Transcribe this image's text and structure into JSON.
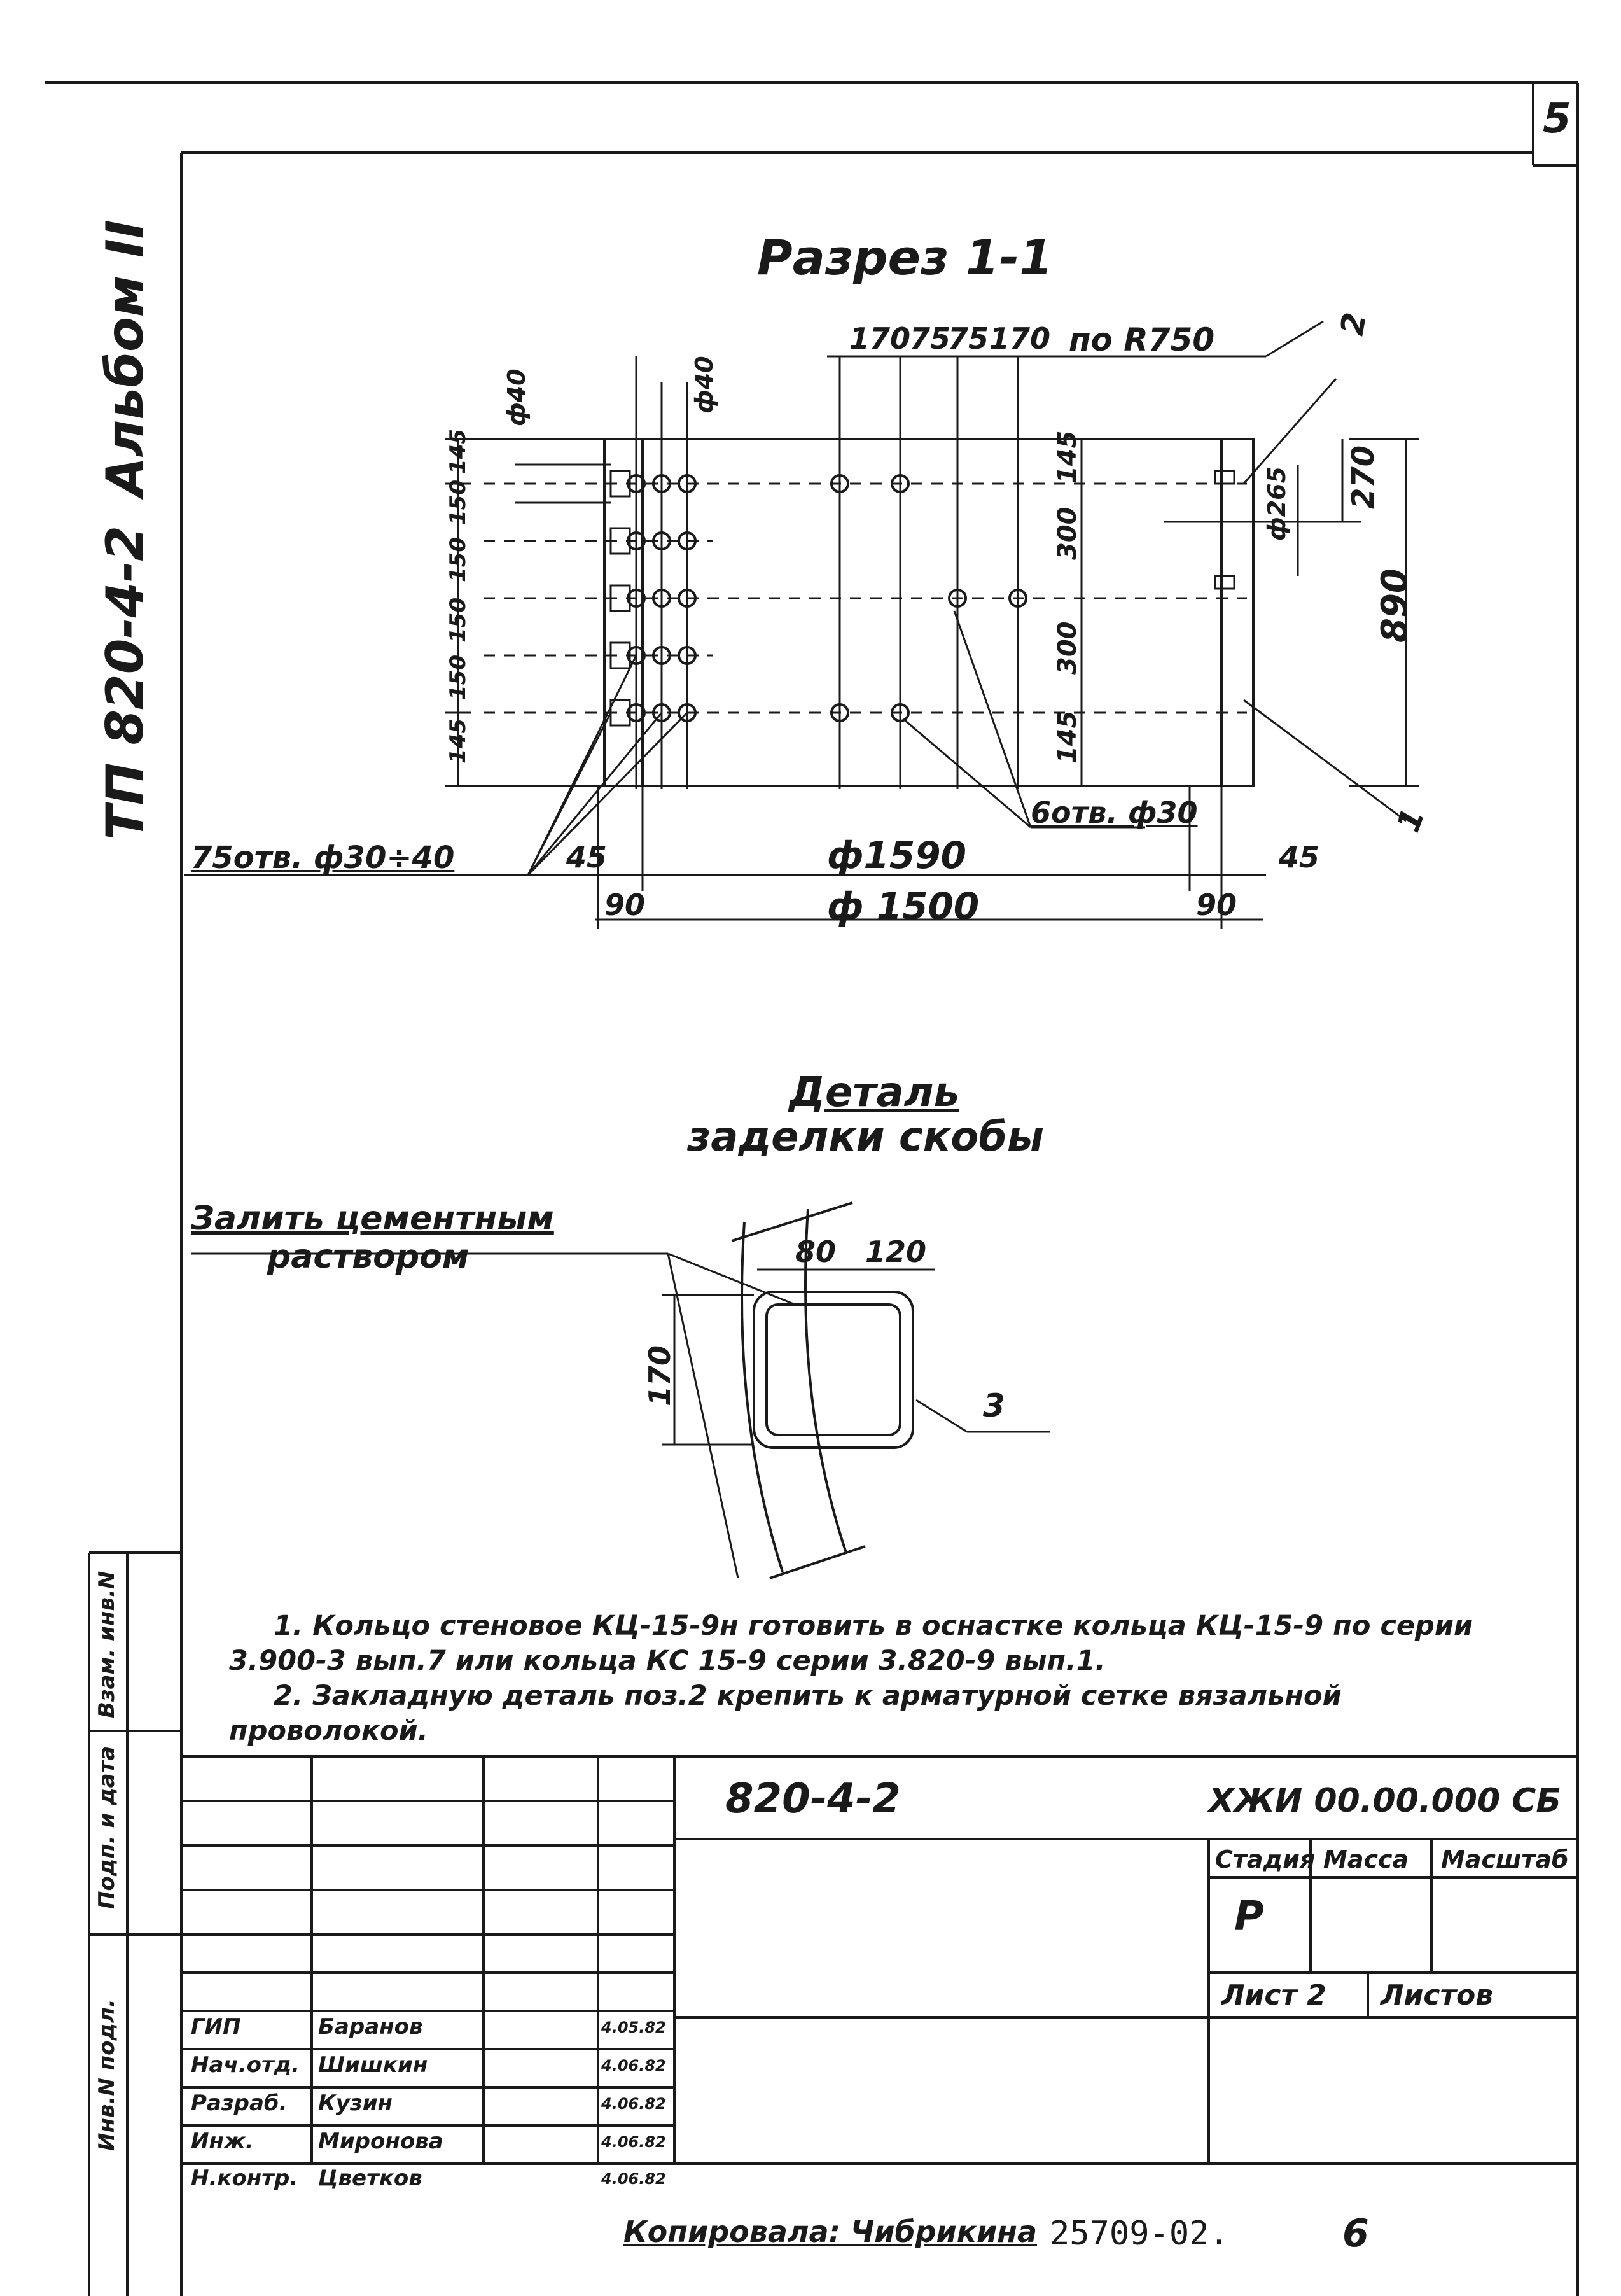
{
  "sheet_corner_number": "5",
  "margin_title": {
    "album": "Альбом II",
    "project": "ТП 820-4-2"
  },
  "section": {
    "title": "Разрез 1-1",
    "dims_top": [
      "170",
      "75",
      "75",
      "170"
    ],
    "radius_label": "по R750",
    "hole_dia_left": "ф40",
    "hole_dia_top": "ф40",
    "left_vertical_dims": [
      "145",
      "150",
      "150",
      "150",
      "150",
      "145"
    ],
    "right_vertical_dims": [
      "145",
      "300",
      "300",
      "145"
    ],
    "dim_270": "270",
    "dim_265": "ф265",
    "dim_890": "890",
    "callout_holes_left": "75отв. ф30÷40",
    "callout_holes_right": "6отв. ф30",
    "dim_45_left": "45",
    "dim_45_right": "45",
    "dim_1590": "ф1590",
    "dim_1500": "ф 1500",
    "dim_90_left": "90",
    "dim_90_right": "90",
    "pos_1": "1",
    "pos_2": "2"
  },
  "detail": {
    "title_line1": "Деталь",
    "title_line2": "заделки скобы",
    "fill_note_line1": "Залить цементным",
    "fill_note_line2": "раствором",
    "dim_80": "80",
    "dim_120": "120",
    "dim_170": "170",
    "pos_3": "3"
  },
  "notes": [
    "1. Кольцо стеновое КЦ-15-9н готовить в оснастке кольца КЦ-15-9 по серии",
    "3.900-3 вып.7 или кольца КС 15-9 серии 3.820-9 вып.1.",
    "2. Закладную деталь поз.2 крепить к арматурной сетке вязальной",
    "проволокой."
  ],
  "side_stamp": [
    "Инв.N подл.",
    "Подп. и дата",
    "Взам. инв.N"
  ],
  "title_block": {
    "code": "820-4-2",
    "doc_number": "ХЖИ 00.00.000 СБ",
    "headers": [
      "Стадия",
      "Масса",
      "Масштаб"
    ],
    "stage": "Р",
    "sheet_label": "Лист 2",
    "sheets_label": "Листов",
    "signatures": [
      {
        "role": "ГИП",
        "name": "Баранов",
        "date": "4.05.82"
      },
      {
        "role": "Нач.отд.",
        "name": "Шишкин",
        "date": "4.06.82"
      },
      {
        "role": "Разраб.",
        "name": "Кузин",
        "date": "4.06.82"
      },
      {
        "role": "Инж.",
        "name": "Миронова",
        "date": "4.06.82"
      },
      {
        "role": "Н.контр.",
        "name": "Цветков",
        "date": "4.06.82"
      }
    ]
  },
  "footer": {
    "copied_by": "Копировала: Чибрикина",
    "order_number": "25709-02.",
    "page": "6"
  }
}
